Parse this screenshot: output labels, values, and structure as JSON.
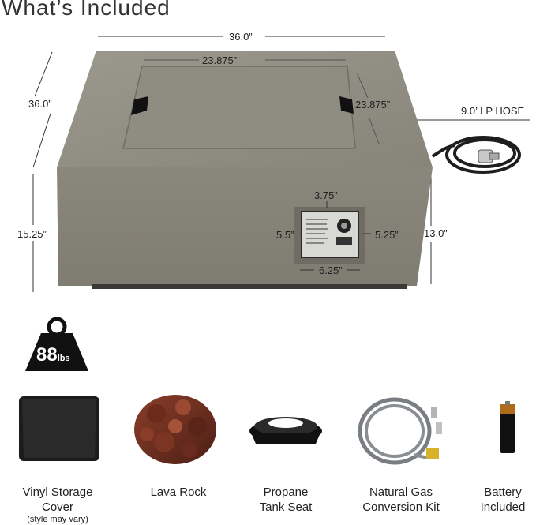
{
  "header": {
    "title": "What’s Included"
  },
  "dimensions": {
    "width_top": "36.0”",
    "depth_left": "36.0”",
    "inner_width": "23.875”",
    "inner_depth": "23.875”",
    "hose": "9.0’ LP HOSE",
    "height_left": "15.25”",
    "height_right": "13.0”",
    "door_top": "3.75”",
    "door_left": "5.5”",
    "door_right": "5.25”",
    "door_bottom": "6.25”"
  },
  "weight": {
    "value": "88",
    "unit": "lbs"
  },
  "items": [
    {
      "line1": "Vinyl Storage",
      "line2": "Cover",
      "note": "(style may vary)",
      "icon": "storage-cover"
    },
    {
      "line1": "Lava Rock",
      "line2": "",
      "note": "",
      "icon": "lava-rock"
    },
    {
      "line1": "Propane",
      "line2": "Tank Seat",
      "note": "",
      "icon": "tank-seat"
    },
    {
      "line1": "Natural Gas",
      "line2": "Conversion Kit",
      "note": "",
      "icon": "gas-kit"
    },
    {
      "line1": "Battery",
      "line2": "Included",
      "note": "",
      "icon": "battery"
    }
  ],
  "colors": {
    "concrete": "#8e8b80",
    "concrete_dark": "#77746a",
    "text": "#222222"
  }
}
